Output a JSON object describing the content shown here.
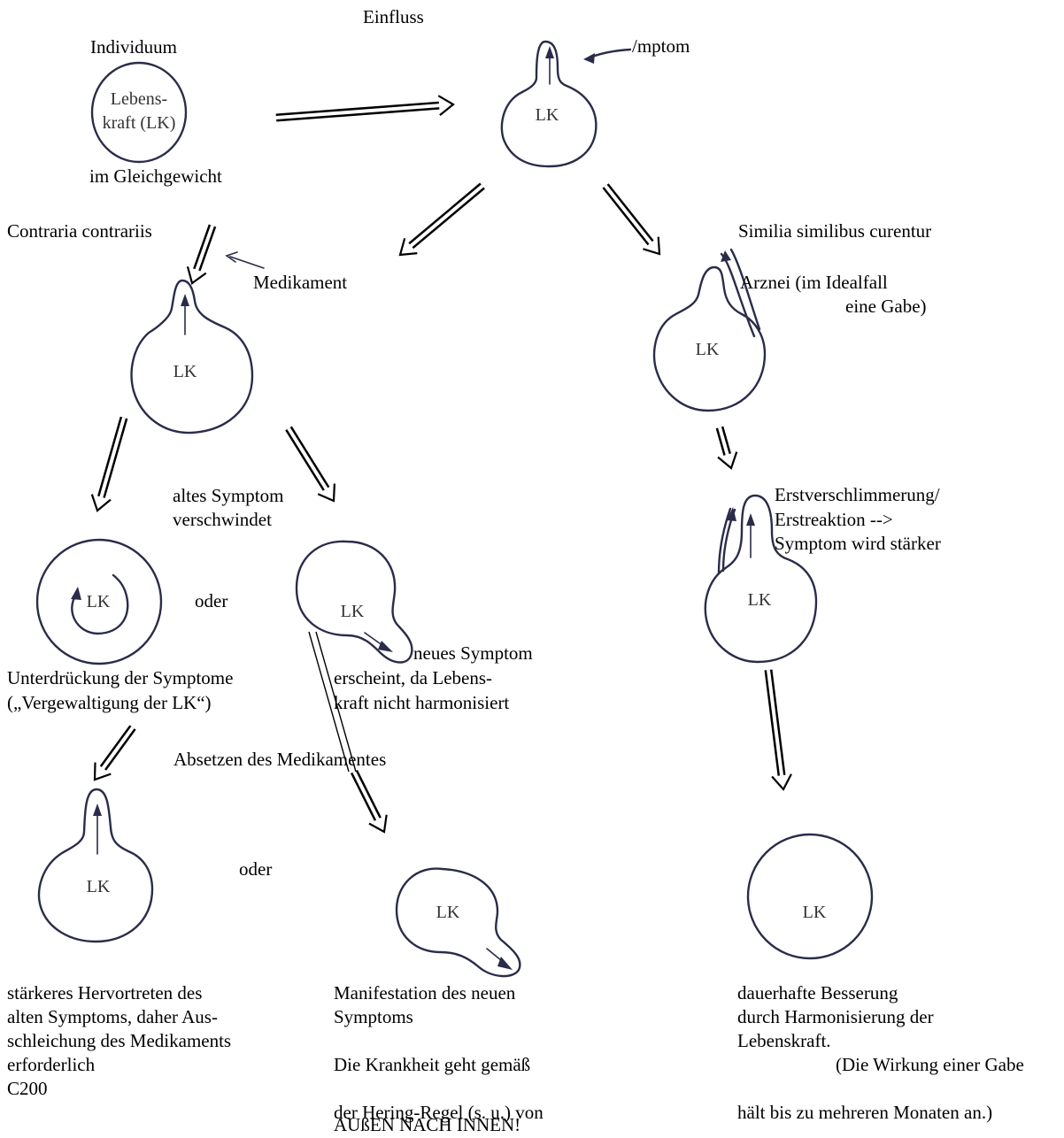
{
  "labels": {
    "individuum": "Individuum",
    "einfluss": "Einfluss",
    "symptom_top": "/mptom",
    "gleichgewicht": "im Gleichgewicht",
    "contraria": "Contraria contrariis",
    "medikament": "Medikament",
    "similia": "Similia similibus curentur",
    "arznei_1": "Arznei (im Idealfall",
    "arznei_2": "eine Gabe)",
    "altes_1": "altes Symptom",
    "altes_2": "verschwindet",
    "erstv_1": "Erstverschlimmerung/",
    "erstv_2": "Erstreaktion -->",
    "erstv_3": "Symptom wird stärker",
    "oder_1": "oder",
    "neues_1": "neues Symptom",
    "unterdrueckung": "Unterdrückung der Symptome",
    "erscheint": "erscheint, da Lebens-",
    "vergewaltigung": "(„Vergewaltigung der LK“)",
    "kraft": "kraft nicht harmonisiert",
    "absetzen": "Absetzen des Medikamentes",
    "oder_2": "oder",
    "left_1": "stärkeres Hervortreten des",
    "left_2": "alten Symptoms, daher Aus-",
    "left_3": "schleichung des Medikaments",
    "left_4": "erforderlich",
    "left_5": "C200",
    "mid_1": "Manifestation des neuen",
    "mid_2": "Symptoms",
    "mid_3": "Die Krankheit geht gemäß",
    "mid_4": "der Hering-Regel (s. u.) von",
    "mid_5": "AUßEN NACH INNEN!",
    "right_1": "dauerhafte Besserung",
    "right_2": "durch Harmonisierung der",
    "right_3": "Lebenskraft.",
    "right_4": "(Die Wirkung einer Gabe",
    "right_5": "hält bis zu mehreren Monaten an.)"
  },
  "shapes": {
    "lebenskraft_1": "Lebens-",
    "lebenskraft_2": "kraft (LK)",
    "lk": "LK"
  }
}
